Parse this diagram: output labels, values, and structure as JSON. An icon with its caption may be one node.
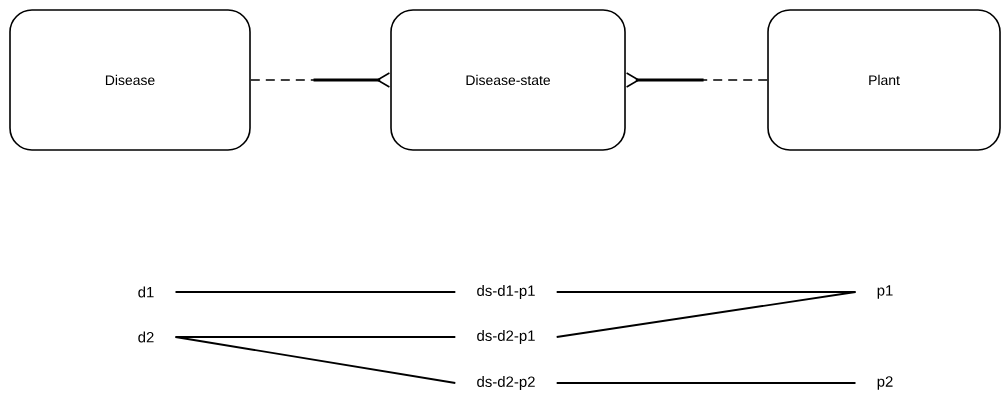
{
  "diagram": {
    "nodes": [
      {
        "text": [
          "Disease"
        ]
      },
      {
        "text": [
          "Disease-state"
        ]
      },
      {
        "text": [
          "Plant"
        ]
      },
      {
        "text": [
          "d1"
        ]
      },
      {
        "text": [
          "d2"
        ]
      },
      {
        "text": [
          "ds-d1-p1"
        ]
      },
      {
        "text": [
          "ds-d2-p1"
        ]
      },
      {
        "text": [
          "ds-d2-p2"
        ]
      },
      {
        "text": [
          "p1"
        ]
      },
      {
        "text": [
          "p2"
        ]
      }
    ],
    "edges": [
      {
        "from": 0,
        "to": 1,
        "arrow": "other",
        "style": "dashed"
      },
      {
        "from": 2,
        "to": 1,
        "arrow": "other",
        "style": "dashed"
      },
      {
        "from": 3,
        "to": 5,
        "arrow": "none"
      },
      {
        "from": 4,
        "to": 6,
        "arrow": "none"
      },
      {
        "from": 4,
        "to": 7,
        "arrow": "none"
      },
      {
        "from": 5,
        "to": 8,
        "arrow": "none"
      },
      {
        "from": 6,
        "to": 8,
        "arrow": "none"
      },
      {
        "from": 7,
        "to": 9,
        "arrow": "none"
      }
    ]
  }
}
